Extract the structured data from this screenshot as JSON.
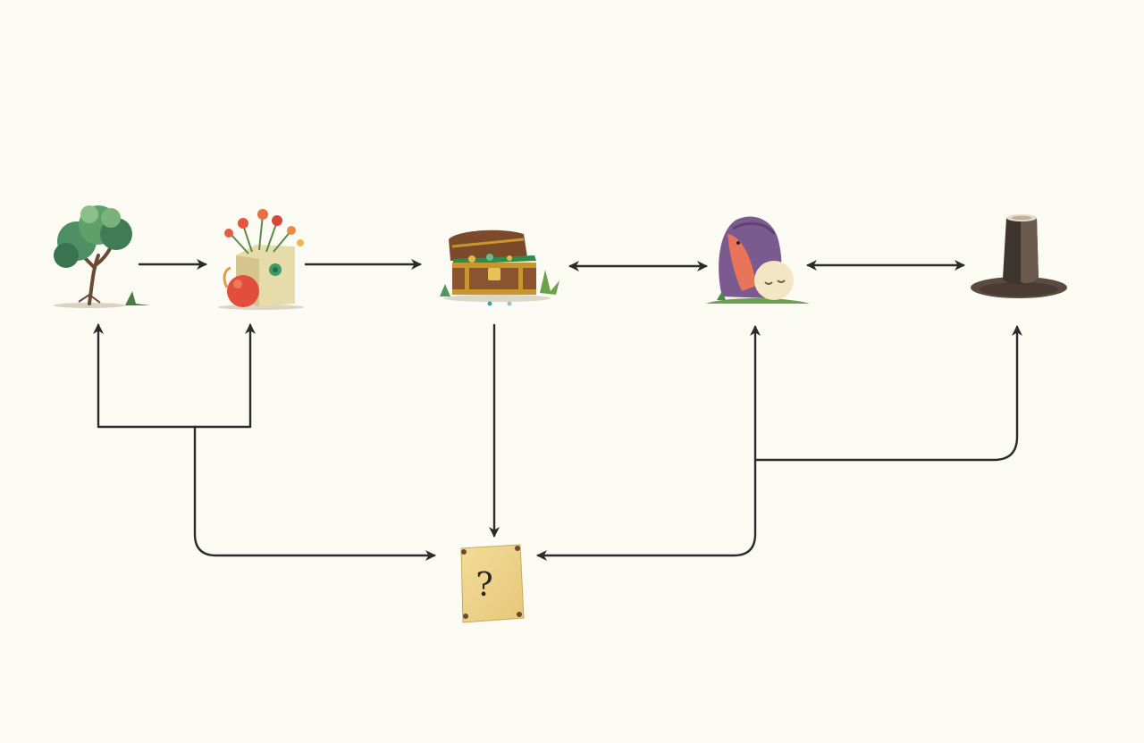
{
  "diagram": {
    "background": "#fcfbf3",
    "edge_color": "#2e2a27",
    "nodes": [
      {
        "id": "tree",
        "icon": "tree-icon"
      },
      {
        "id": "flower-box",
        "icon": "flower-box-icon"
      },
      {
        "id": "treasure-chest",
        "icon": "treasure-chest-icon"
      },
      {
        "id": "creature",
        "icon": "creature-icon"
      },
      {
        "id": "stump",
        "icon": "tree-stump-icon"
      },
      {
        "id": "mystery",
        "icon": "mystery-note-icon",
        "label": "?"
      }
    ],
    "edges": [
      {
        "from": "tree",
        "to": "flower-box",
        "direction": "forward"
      },
      {
        "from": "flower-box",
        "to": "treasure-chest",
        "direction": "forward"
      },
      {
        "from": "treasure-chest",
        "to": "creature",
        "direction": "both"
      },
      {
        "from": "creature",
        "to": "stump",
        "direction": "both"
      },
      {
        "from": "treasure-chest",
        "to": "mystery",
        "direction": "forward"
      },
      {
        "from": "junction-left",
        "to": "tree",
        "direction": "forward"
      },
      {
        "from": "junction-left",
        "to": "flower-box",
        "direction": "forward"
      },
      {
        "from": "junction-left",
        "to": "mystery",
        "direction": "forward"
      },
      {
        "from": "junction-right",
        "to": "creature",
        "direction": "forward"
      },
      {
        "from": "junction-right",
        "to": "stump",
        "direction": "forward"
      },
      {
        "from": "junction-right",
        "to": "mystery",
        "direction": "forward"
      }
    ]
  }
}
